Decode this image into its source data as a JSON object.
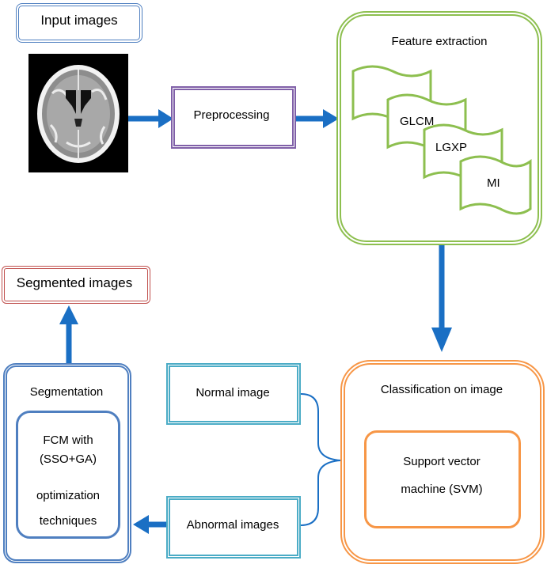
{
  "nodes": {
    "input_images": "Input images",
    "preprocessing": "Preprocessing",
    "feature_extraction": "Feature extraction",
    "glcm": "GLCM",
    "lgxp": "LGXP",
    "mi": "MI",
    "classification": "Classification on image",
    "svm_line1": "Support vector",
    "svm_line2": "machine (SVM)",
    "normal_image": "Normal image",
    "abnormal_images": "Abnormal images",
    "segmentation": "Segmentation",
    "fcm_line1": "FCM with",
    "fcm_line2": "(SSO+GA)",
    "fcm_line3": "optimization",
    "fcm_line4": "techniques",
    "segmented_images": "Segmented images"
  },
  "colors": {
    "arrow": "#1a6fc4",
    "input_box": "#4f7fc0",
    "preprocessing_box": "#8060a8",
    "feature_box": "#8dbf4f",
    "classification_box": "#f79646",
    "normal_box": "#4bacc6",
    "segmentation_box": "#4f7fc0",
    "segmented_box": "#c0504d"
  },
  "icons": {
    "input_image": "brain-mri-scan-image",
    "feature_docs": "stacked-document-icons"
  }
}
